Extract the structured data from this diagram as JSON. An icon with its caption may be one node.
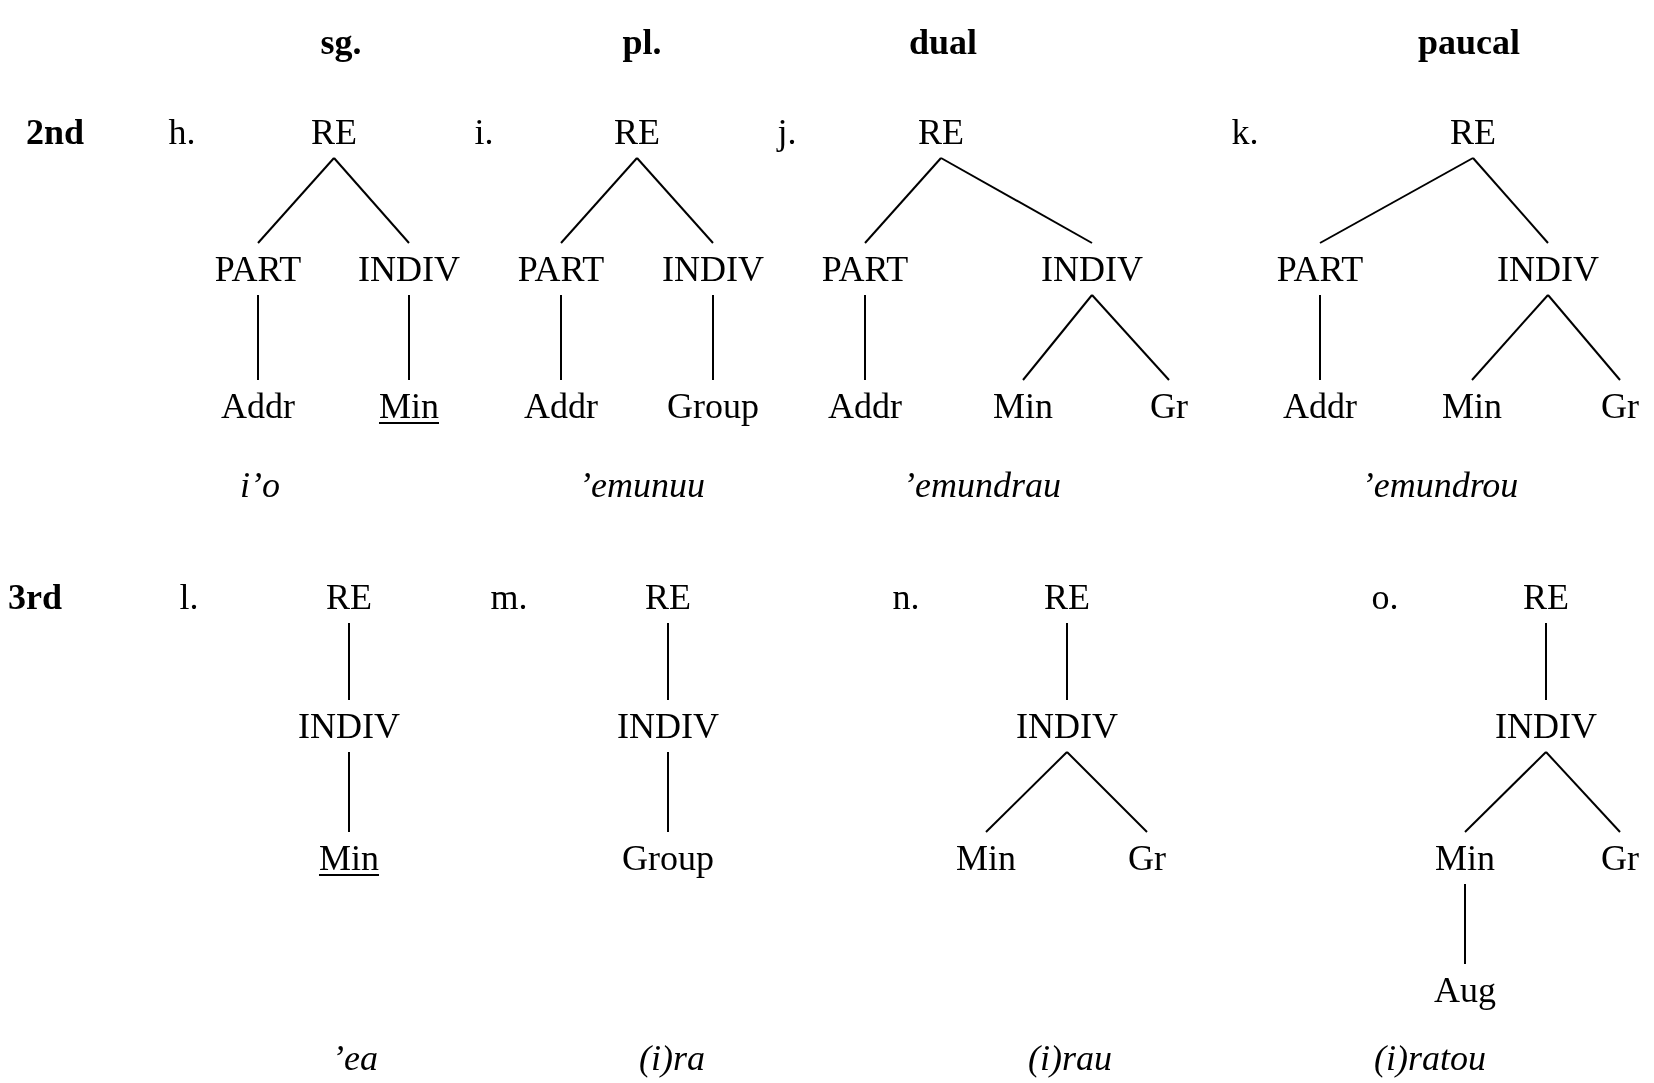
{
  "diagram": {
    "nodes": [
      {
        "text": [
          "RE"
        ]
      },
      {
        "text": [
          "PART"
        ]
      },
      {
        "text": [
          "INDIV"
        ]
      },
      {
        "text": [
          "Addr"
        ]
      },
      {
        "text": [
          "Min"
        ]
      },
      {
        "text": [
          "RE"
        ]
      },
      {
        "text": [
          "PART"
        ]
      },
      {
        "text": [
          "INDIV"
        ]
      },
      {
        "text": [
          "Addr"
        ]
      },
      {
        "text": [
          "Group"
        ]
      },
      {
        "text": [
          "RE"
        ]
      },
      {
        "text": [
          "PART"
        ]
      },
      {
        "text": [
          "INDIV"
        ]
      },
      {
        "text": [
          "Addr"
        ]
      },
      {
        "text": [
          "Min"
        ]
      },
      {
        "text": [
          "Gr"
        ]
      },
      {
        "text": [
          "RE"
        ]
      },
      {
        "text": [
          "PART"
        ]
      },
      {
        "text": [
          "INDIV"
        ]
      },
      {
        "text": [
          "Addr"
        ]
      },
      {
        "text": [
          "Min"
        ]
      },
      {
        "text": [
          "Gr"
        ]
      },
      {
        "text": [
          "RE"
        ]
      },
      {
        "text": [
          "INDIV"
        ]
      },
      {
        "text": [
          "Min"
        ]
      },
      {
        "text": [
          "RE"
        ]
      },
      {
        "text": [
          "INDIV"
        ]
      },
      {
        "text": [
          "Group"
        ]
      },
      {
        "text": [
          "RE"
        ]
      },
      {
        "text": [
          "INDIV"
        ]
      },
      {
        "text": [
          "Min"
        ]
      },
      {
        "text": [
          "Gr"
        ]
      },
      {
        "text": [
          "RE"
        ]
      },
      {
        "text": [
          "INDIV"
        ]
      },
      {
        "text": [
          "Min"
        ]
      },
      {
        "text": [
          "Gr"
        ]
      },
      {
        "text": [
          "Aug"
        ]
      }
    ],
    "edges": [
      {
        "from": 0,
        "to": 1,
        "arrow": "none"
      },
      {
        "from": 0,
        "to": 2,
        "arrow": "none"
      },
      {
        "from": 1,
        "to": 3,
        "arrow": "none"
      },
      {
        "from": 2,
        "to": 4,
        "arrow": "none"
      },
      {
        "from": 5,
        "to": 6,
        "arrow": "none"
      },
      {
        "from": 5,
        "to": 7,
        "arrow": "none"
      },
      {
        "from": 6,
        "to": 8,
        "arrow": "none"
      },
      {
        "from": 7,
        "to": 9,
        "arrow": "none"
      },
      {
        "from": 10,
        "to": 11,
        "arrow": "none"
      },
      {
        "from": 10,
        "to": 12,
        "arrow": "none"
      },
      {
        "from": 11,
        "to": 13,
        "arrow": "none"
      },
      {
        "from": 12,
        "to": 14,
        "arrow": "none"
      },
      {
        "from": 12,
        "to": 15,
        "arrow": "none"
      },
      {
        "from": 16,
        "to": 17,
        "arrow": "none"
      },
      {
        "from": 16,
        "to": 18,
        "arrow": "none"
      },
      {
        "from": 17,
        "to": 19,
        "arrow": "none"
      },
      {
        "from": 18,
        "to": 20,
        "arrow": "none"
      },
      {
        "from": 18,
        "to": 21,
        "arrow": "none"
      },
      {
        "from": 22,
        "to": 23,
        "arrow": "none"
      },
      {
        "from": 23,
        "to": 24,
        "arrow": "none"
      },
      {
        "from": 25,
        "to": 26,
        "arrow": "none"
      },
      {
        "from": 26,
        "to": 27,
        "arrow": "none"
      },
      {
        "from": 28,
        "to": 29,
        "arrow": "none"
      },
      {
        "from": 29,
        "to": 30,
        "arrow": "none"
      },
      {
        "from": 29,
        "to": 31,
        "arrow": "none"
      },
      {
        "from": 32,
        "to": 33,
        "arrow": "none"
      },
      {
        "from": 33,
        "to": 34,
        "arrow": "none"
      },
      {
        "from": 33,
        "to": 35,
        "arrow": "none"
      },
      {
        "from": 34,
        "to": 36,
        "arrow": "none"
      }
    ],
    "labels": [
      "sg.",
      "pl.",
      "dual",
      "paucal",
      "2nd",
      "h.",
      "i.",
      "j.",
      "k.",
      "i’o",
      "’emunuu",
      "’emundrau",
      "’emundrou",
      "3rd",
      "l.",
      "m.",
      "n.",
      "o.",
      "’ea",
      "(i)ra",
      "(i)rau",
      "(i)ratou"
    ]
  }
}
